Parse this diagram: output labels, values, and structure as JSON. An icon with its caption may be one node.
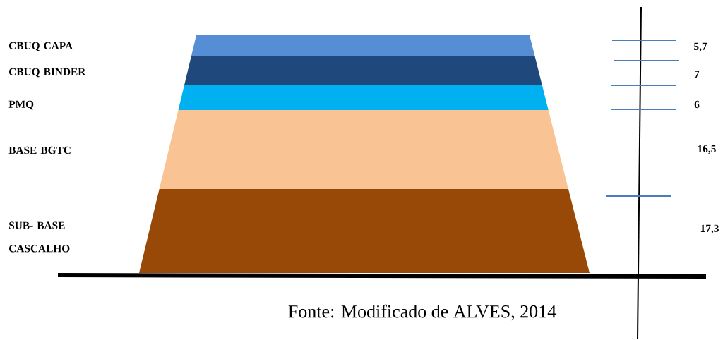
{
  "diagram": {
    "caption": "Fonte: Modificado de ALVES, 2014",
    "nodes": [
      {
        "text": [],
        "shape": "trapezoid"
      },
      {
        "text": [],
        "shape": "trapezoid"
      },
      {
        "text": [],
        "shape": "trapezoid"
      },
      {
        "text": [],
        "shape": "trapezoid"
      },
      {
        "text": [],
        "shape": "trapezoid"
      }
    ],
    "edges": [],
    "labels": [
      "CBUQ CAPA",
      "5,7",
      "CBUQ BINDER",
      "7",
      "PMQ",
      "6",
      "BASE BGTC",
      "16,5",
      "SUB- BASE CASCALHO",
      "17,3"
    ]
  }
}
